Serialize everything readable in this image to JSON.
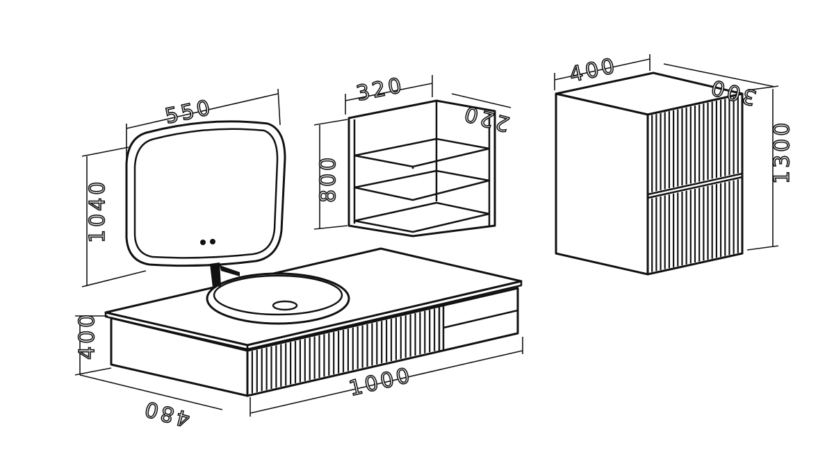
{
  "title": "Bathroom furniture set dimensions (mm)",
  "mirror": {
    "width": "550",
    "height": "1040"
  },
  "wall_shelf": {
    "width": "320",
    "depth": "220",
    "height": "800"
  },
  "tall_cabinet": {
    "width": "400",
    "depth": "300",
    "height": "1300"
  },
  "vanity": {
    "width": "1000",
    "depth": "480",
    "height": "400"
  },
  "colors": {
    "line": "#111111",
    "background": "#ffffff"
  }
}
